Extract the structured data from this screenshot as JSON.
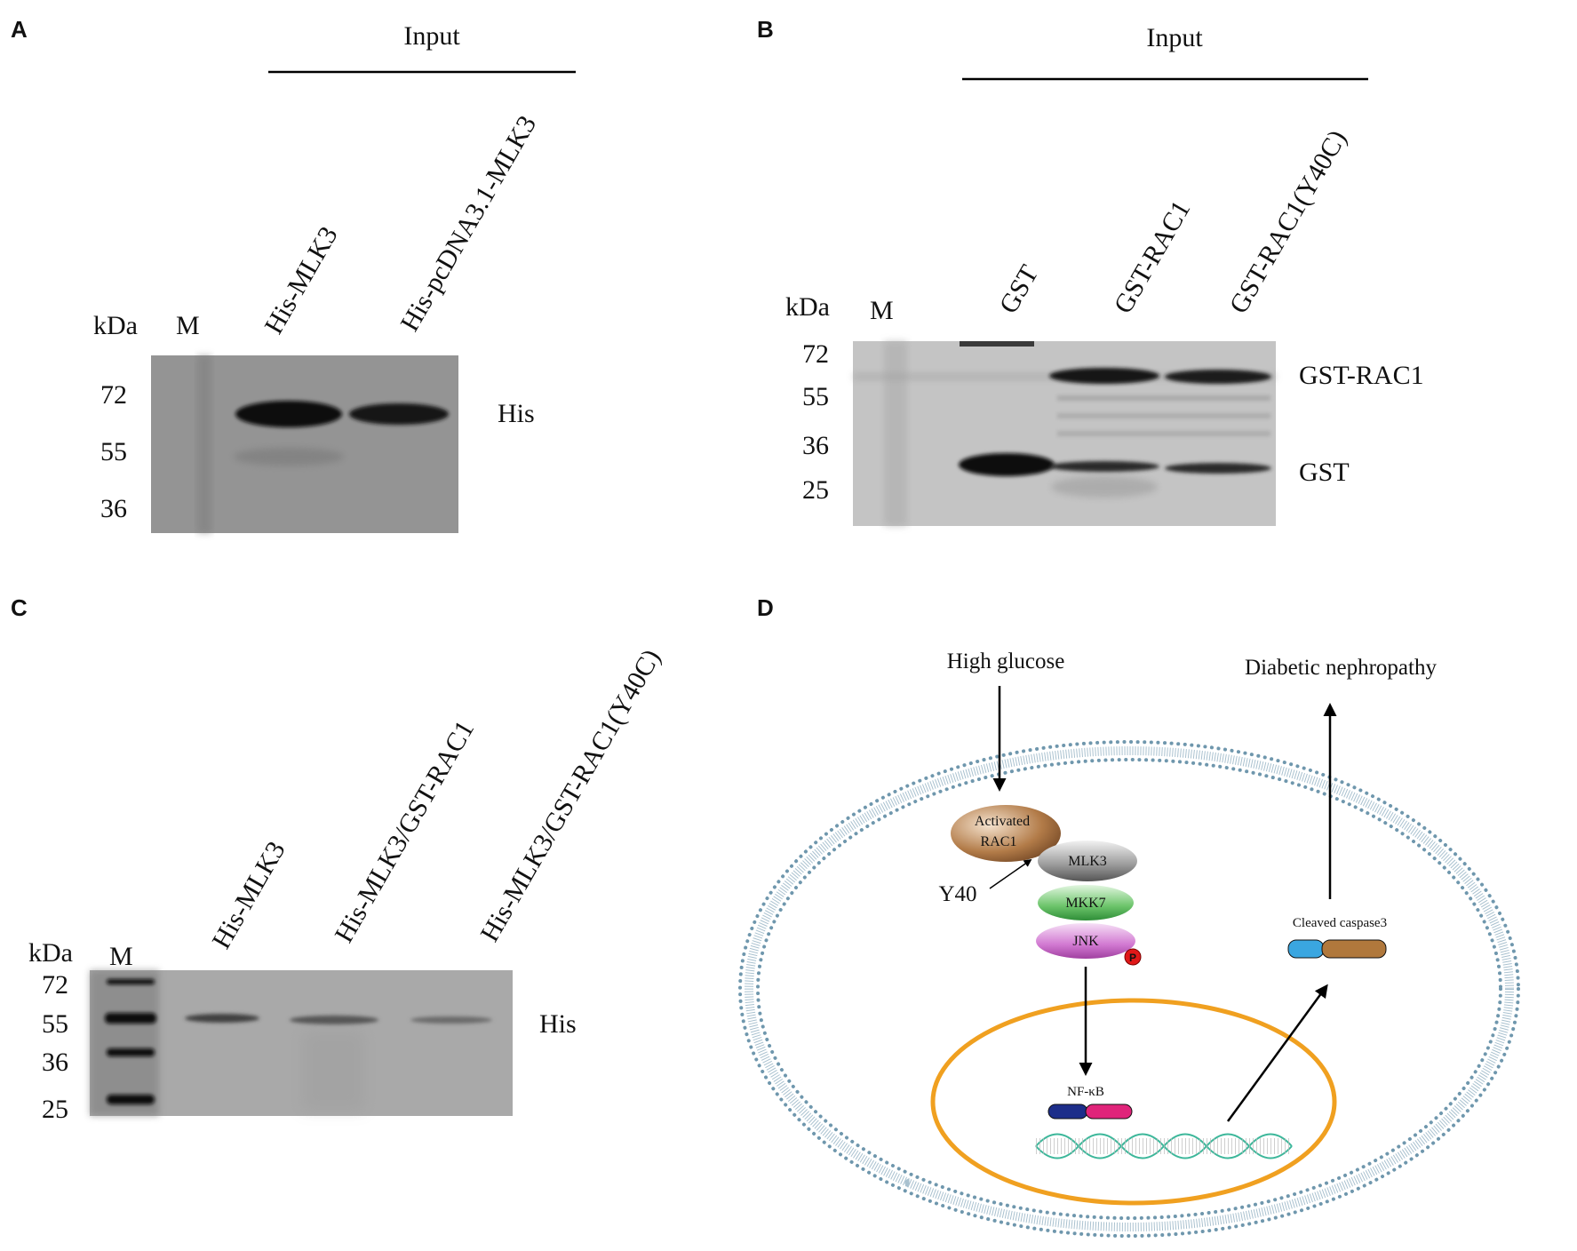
{
  "panelA": {
    "letter": "A",
    "group_label": "Input",
    "kda_label": "kDa",
    "marker_lane": "M",
    "lanes": [
      "His-MLK3",
      "His-pcDNA3.1-MLK3"
    ],
    "ladder": [
      "72",
      "55",
      "36"
    ],
    "band_label": "His"
  },
  "panelB": {
    "letter": "B",
    "group_label": "Input",
    "kda_label": "kDa",
    "marker_lane": "M",
    "lanes": [
      "GST",
      "GST-RAC1",
      "GST-RAC1(Y40C)"
    ],
    "ladder": [
      "72",
      "55",
      "36",
      "25"
    ],
    "band_labels": [
      "GST-RAC1",
      "GST"
    ]
  },
  "panelC": {
    "letter": "C",
    "kda_label": "kDa",
    "marker_lane": "M",
    "lanes": [
      "His-MLK3",
      "His-MLK3/GST-RAC1",
      "His-MLK3/GST-RAC1(Y40C)"
    ],
    "ladder": [
      "72",
      "55",
      "36",
      "25"
    ],
    "band_label": "His"
  },
  "panelD": {
    "letter": "D",
    "stimulus": "High glucose",
    "outcome": "Diabetic nephropathy",
    "rac1_line1": "Activated",
    "rac1_line2": "RAC1",
    "mlk3": "MLK3",
    "mkk7": "MKK7",
    "jnk": "JNK",
    "phospho": "P",
    "y40": "Y40",
    "nfkb": "NF-κB",
    "caspase": "Cleaved caspase3",
    "colors": {
      "membrane": "#6f97ad",
      "nucleus": "#f0a020",
      "dna": "#3cb79a",
      "rac1": "#8a5a30",
      "mlk3": "#555555",
      "mkk7": "#3ea84a",
      "jnk": "#c45ac4",
      "phospho": "#e01818",
      "nfkb_a": "#1d2e8a",
      "nfkb_b": "#e0247a",
      "caspase_a": "#3aa6e0",
      "caspase_b": "#b0783c"
    }
  }
}
